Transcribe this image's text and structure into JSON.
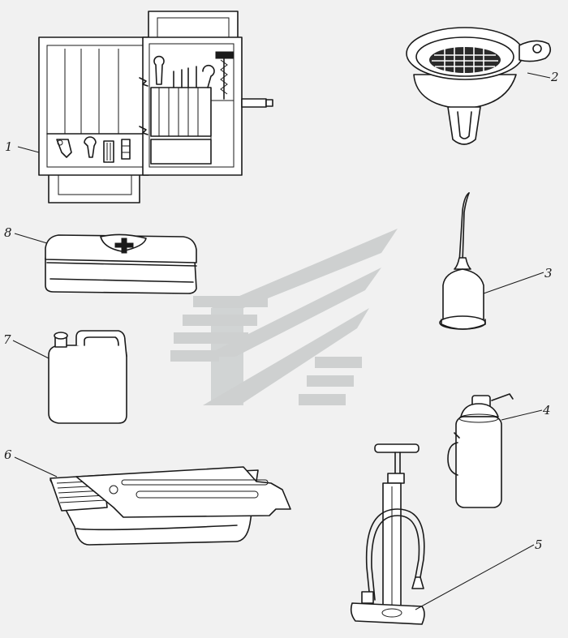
{
  "callouts": [
    {
      "id": "toolbox",
      "number": "1"
    },
    {
      "id": "funnel",
      "number": "2"
    },
    {
      "id": "oil-can",
      "number": "3"
    },
    {
      "id": "grease-gun",
      "number": "4"
    },
    {
      "id": "tire-pump",
      "number": "5"
    },
    {
      "id": "drain-tray",
      "number": "6"
    },
    {
      "id": "canister",
      "number": "7"
    },
    {
      "id": "first-aid-kit",
      "number": "8"
    }
  ],
  "colors": {
    "line": "#1a1a1a",
    "paper": "#f1f1f1",
    "watermark": "#c8cbcb"
  }
}
